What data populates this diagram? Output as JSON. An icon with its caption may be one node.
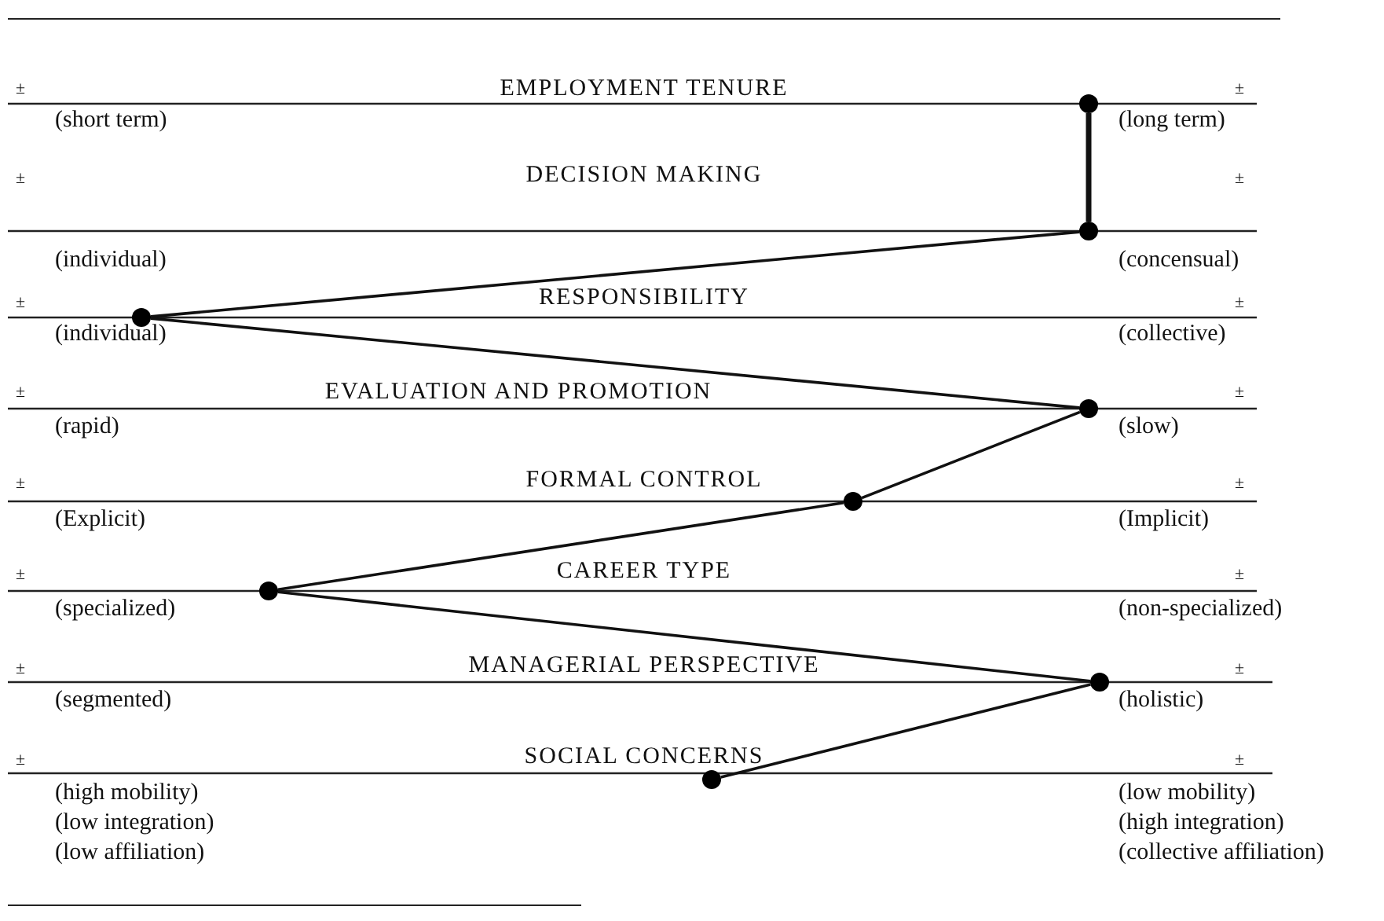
{
  "diagram": {
    "nodes": [
      {
        "text": [],
        "shape": "circle"
      },
      {
        "text": [],
        "shape": "circle"
      },
      {
        "text": [],
        "shape": "circle"
      },
      {
        "text": [],
        "shape": "circle"
      },
      {
        "text": [],
        "shape": "circle"
      },
      {
        "text": [],
        "shape": "circle"
      },
      {
        "text": [],
        "shape": "circle"
      },
      {
        "text": [],
        "shape": "circle"
      }
    ],
    "edges": [
      {
        "from": 0,
        "to": 1,
        "arrow": "none",
        "style": "thick"
      },
      {
        "from": 1,
        "to": 2,
        "arrow": "none"
      },
      {
        "from": 2,
        "to": 3,
        "arrow": "none"
      },
      {
        "from": 3,
        "to": 4,
        "arrow": "none"
      },
      {
        "from": 4,
        "to": 5,
        "arrow": "none"
      },
      {
        "from": 5,
        "to": 6,
        "arrow": "none"
      },
      {
        "from": 6,
        "to": 7,
        "arrow": "none"
      }
    ],
    "labels": [
      "±",
      "EMPLOYMENT TENURE",
      "±",
      "(short term)",
      "(long term)",
      "±",
      "DECISION MAKING",
      "±",
      "(individual)",
      "(concensual)",
      "±",
      "RESPONSIBILITY",
      "±",
      "(individual)",
      "(collective)",
      "±",
      "EVALUATION AND PROMOTION",
      "±",
      "(rapid)",
      "(slow)",
      "±",
      "FORMAL CONTROL",
      "±",
      "(Explicit)",
      "(Implicit)",
      "±",
      "CAREER TYPE",
      "±",
      "(specialized)",
      "(non-specialized)",
      "±",
      "MANAGERIAL PERSPECTIVE",
      "±",
      "(segmented)",
      "(holistic)",
      "±",
      "SOCIAL CONCERNS",
      "±",
      "(high mobility)",
      "(low mobility)",
      "(low integration)",
      "(high integration)",
      "(low affiliation)",
      "(collective affiliation)"
    ]
  }
}
